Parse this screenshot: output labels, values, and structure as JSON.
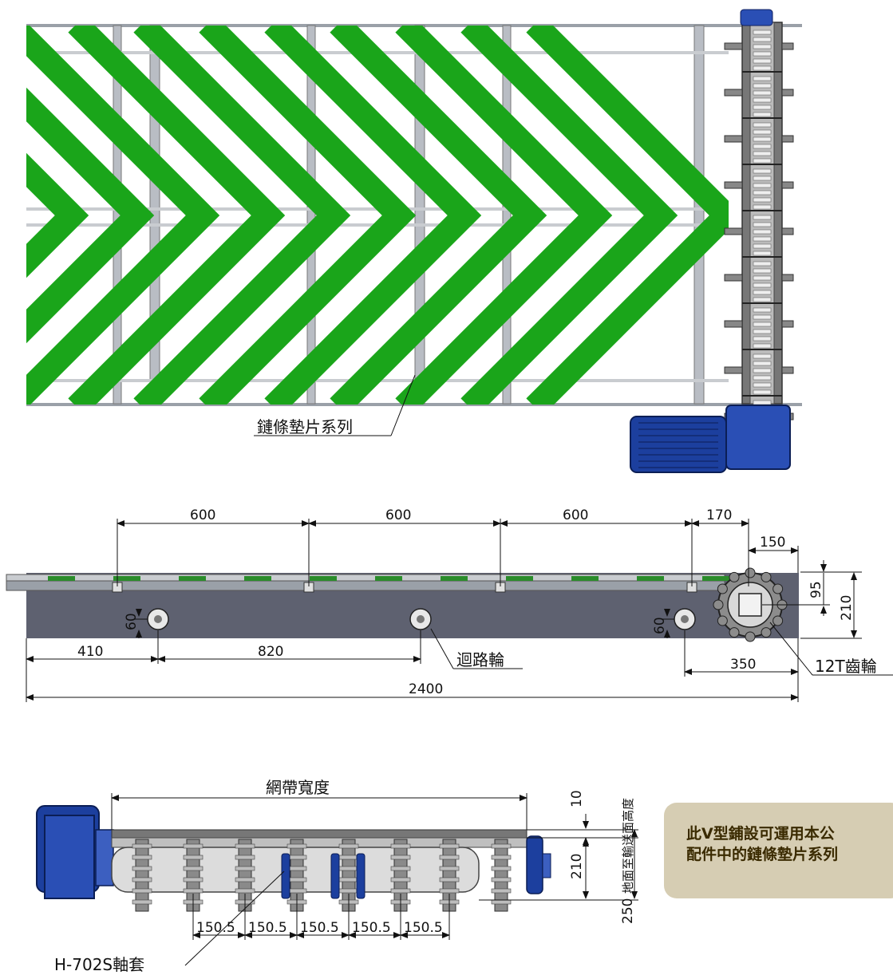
{
  "top_view": {
    "callout_label": "鏈條墊片系列"
  },
  "side_view": {
    "dims": {
      "pitch_1": "600",
      "pitch_2": "600",
      "pitch_3": "600",
      "end_gap": "170",
      "sprocket_offset": "150",
      "top_height": "95",
      "frame_height": "210",
      "roller_height_left": "60",
      "roller_height_right": "60",
      "left_roller_pos": "410",
      "roller_spacing": "820",
      "right_roller_pos": "350",
      "overall_length": "2400"
    },
    "return_roller_label": "迴路輪",
    "sprocket_label": "12T齒輪"
  },
  "end_view": {
    "belt_width_label": "網帶寬度",
    "top_dim": "10",
    "frame_dim": "210",
    "height_dim": "250",
    "height_caption": "地面至輸送面高度",
    "spacing_dims": [
      "150.5",
      "150.5",
      "150.5",
      "150.5",
      "150.5"
    ],
    "bushing_label": "H-702S軸套"
  },
  "note": {
    "line1": "此V型鋪設可運用本公",
    "line2": "配件中的鏈條墊片系列"
  },
  "colors": {
    "chevron_green": "#1aa51a",
    "frame_gray": "#5e6170",
    "motor_blue": "#1c3f9e"
  }
}
